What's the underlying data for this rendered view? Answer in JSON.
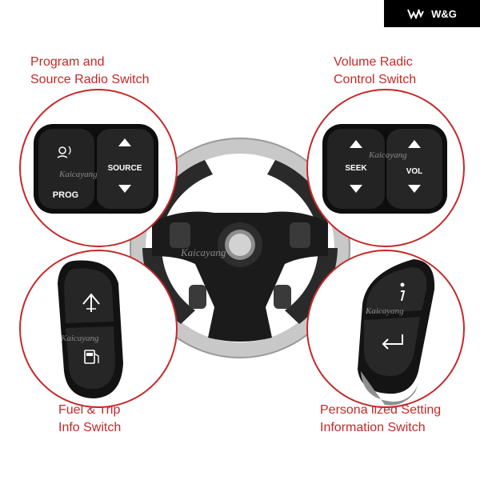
{
  "brand": {
    "name": "W&G"
  },
  "watermark": "Kaicayang",
  "captions": {
    "top_left": [
      "Program and",
      "Source Radio Switch"
    ],
    "top_right": [
      "Volume Radic",
      "Control Switch"
    ],
    "bottom_left": [
      "Fuel & Trip",
      "Info Switch"
    ],
    "bottom_right": [
      "Persona lized Setting",
      "Information Switch"
    ]
  },
  "buttons": {
    "source": "SOURCE",
    "prog": "PROG",
    "seek": "SEEK",
    "vol": "VOL"
  },
  "icons": {
    "voice": "voice-command-icon",
    "arrow_up": "arrow-up-icon",
    "arrow_down": "arrow-down-icon",
    "trip": "trip-icon",
    "fuel": "fuel-pump-icon",
    "info": "info-icon",
    "enter": "enter-icon"
  },
  "colors": {
    "accent": "#c62828",
    "button": "#1c1c1c",
    "text": "#ffffff",
    "wheel_rim": "#c8c8c8",
    "banner": "#000000"
  }
}
